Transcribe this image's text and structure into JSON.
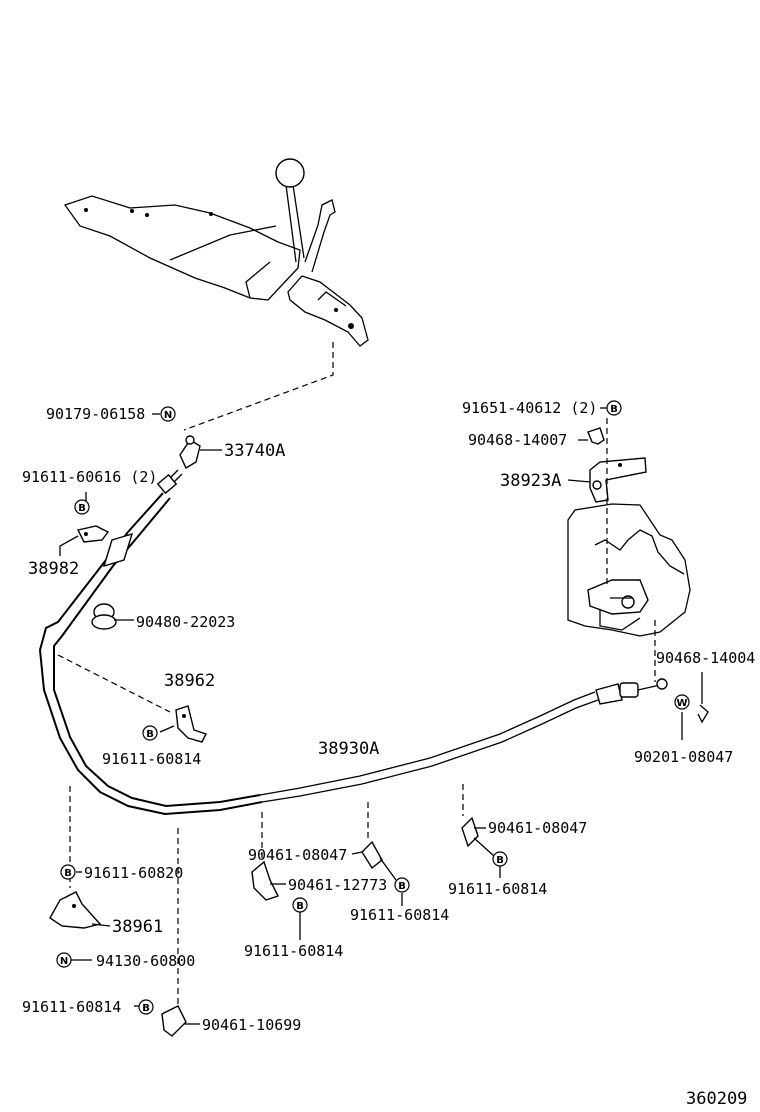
{
  "parts": {
    "p90179": "90179-06158",
    "p33740A": "33740A",
    "p91611_60616": "91611-60616 (2)",
    "p38982": "38982",
    "p90480": "90480-22023",
    "p38962": "38962",
    "p91611_60814_a": "91611-60814",
    "p38930A": "38930A",
    "p91611_60820": "91611-60820",
    "p38961": "38961",
    "p94130": "94130-60800",
    "p91611_60814_b": "91611-60814",
    "p90461_10699": "90461-10699",
    "p90461_08047_a": "90461-08047",
    "p90461_12773": "90461-12773",
    "p91611_60814_c": "91611-60814",
    "p91611_60814_d": "91611-60814",
    "p90461_08047_b": "90461-08047",
    "p91611_60814_e": "91611-60814",
    "p91651": "91651-40612 (2)",
    "p90468_14007": "90468-14007",
    "p38923A": "38923A",
    "p90468_14004": "90468-14004",
    "p90201": "90201-08047",
    "diagram_id": "360209"
  },
  "symbols": {
    "N": "N",
    "B": "B",
    "W": "W"
  }
}
